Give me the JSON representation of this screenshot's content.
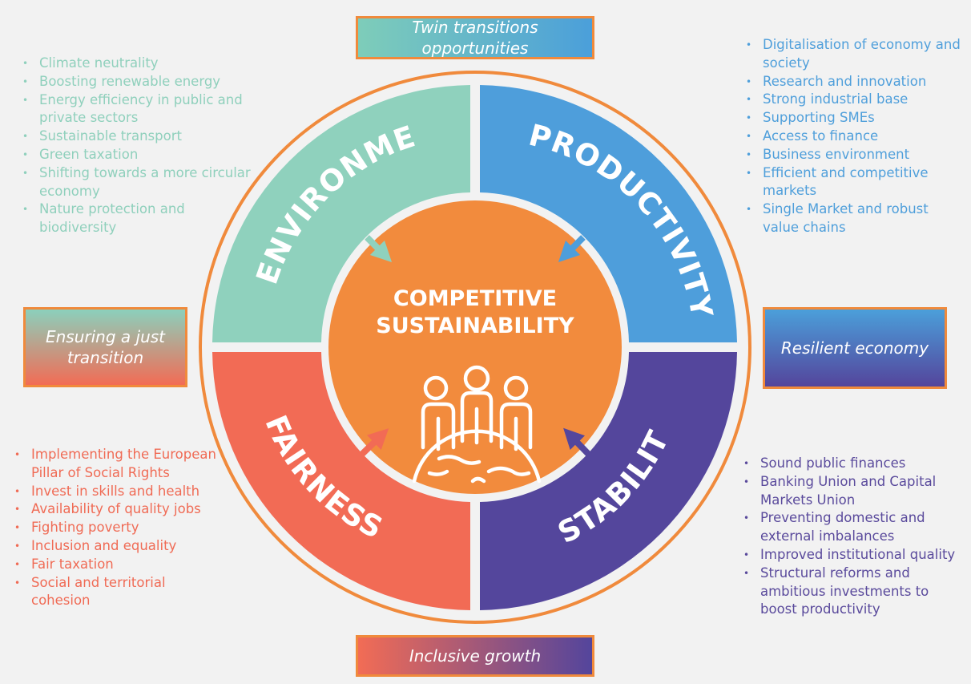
{
  "tags": {
    "twin": "Twin transitions opportunities",
    "just": "Ensuring a just transition",
    "resilient": "Resilient economy",
    "inclusive": "Inclusive growth"
  },
  "quadrants": {
    "environment": "ENVIRONMENT",
    "productivity": "PRODUCTIVITY",
    "fairness": "FAIRNESS",
    "stability": "STABILITY"
  },
  "center": {
    "line1": "COMPETITIVE",
    "line2": "SUSTAINABILITY",
    "icon": "people-on-globe-icon"
  },
  "environment_items": [
    "Climate neutrality",
    "Boosting renewable energy",
    "Energy efficiency in public and private sectors",
    "Sustainable transport",
    "Green taxation",
    "Shifting towards a more circular economy",
    "Nature protection and biodiversity"
  ],
  "productivity_items": [
    "Digitalisation of economy and society",
    "Research and innovation",
    "Strong industrial base",
    "Supporting SMEs",
    "Access to finance",
    "Business environment",
    "Efficient and competitive markets",
    "Single Market and robust value chains"
  ],
  "fairness_items": [
    "Implementing the European Pillar of Social Rights",
    "Invest in skills and health",
    "Availability of quality jobs",
    "Fighting poverty",
    "Inclusion and equality",
    "Fair taxation",
    "Social and territorial cohesion"
  ],
  "stability_items": [
    "Sound public finances",
    "Banking Union and Capital Markets Union",
    "Preventing domestic and external imbalances",
    "Improved institutional quality",
    "Structural reforms and ambitious investments to boost productivity"
  ],
  "colors": {
    "environment": "#8fd1bd",
    "productivity": "#4e9edb",
    "fairness": "#f26b55",
    "stability": "#54469c",
    "center": "#f28b3d",
    "ring": "#f08a3c",
    "background": "#f2f2f2"
  }
}
